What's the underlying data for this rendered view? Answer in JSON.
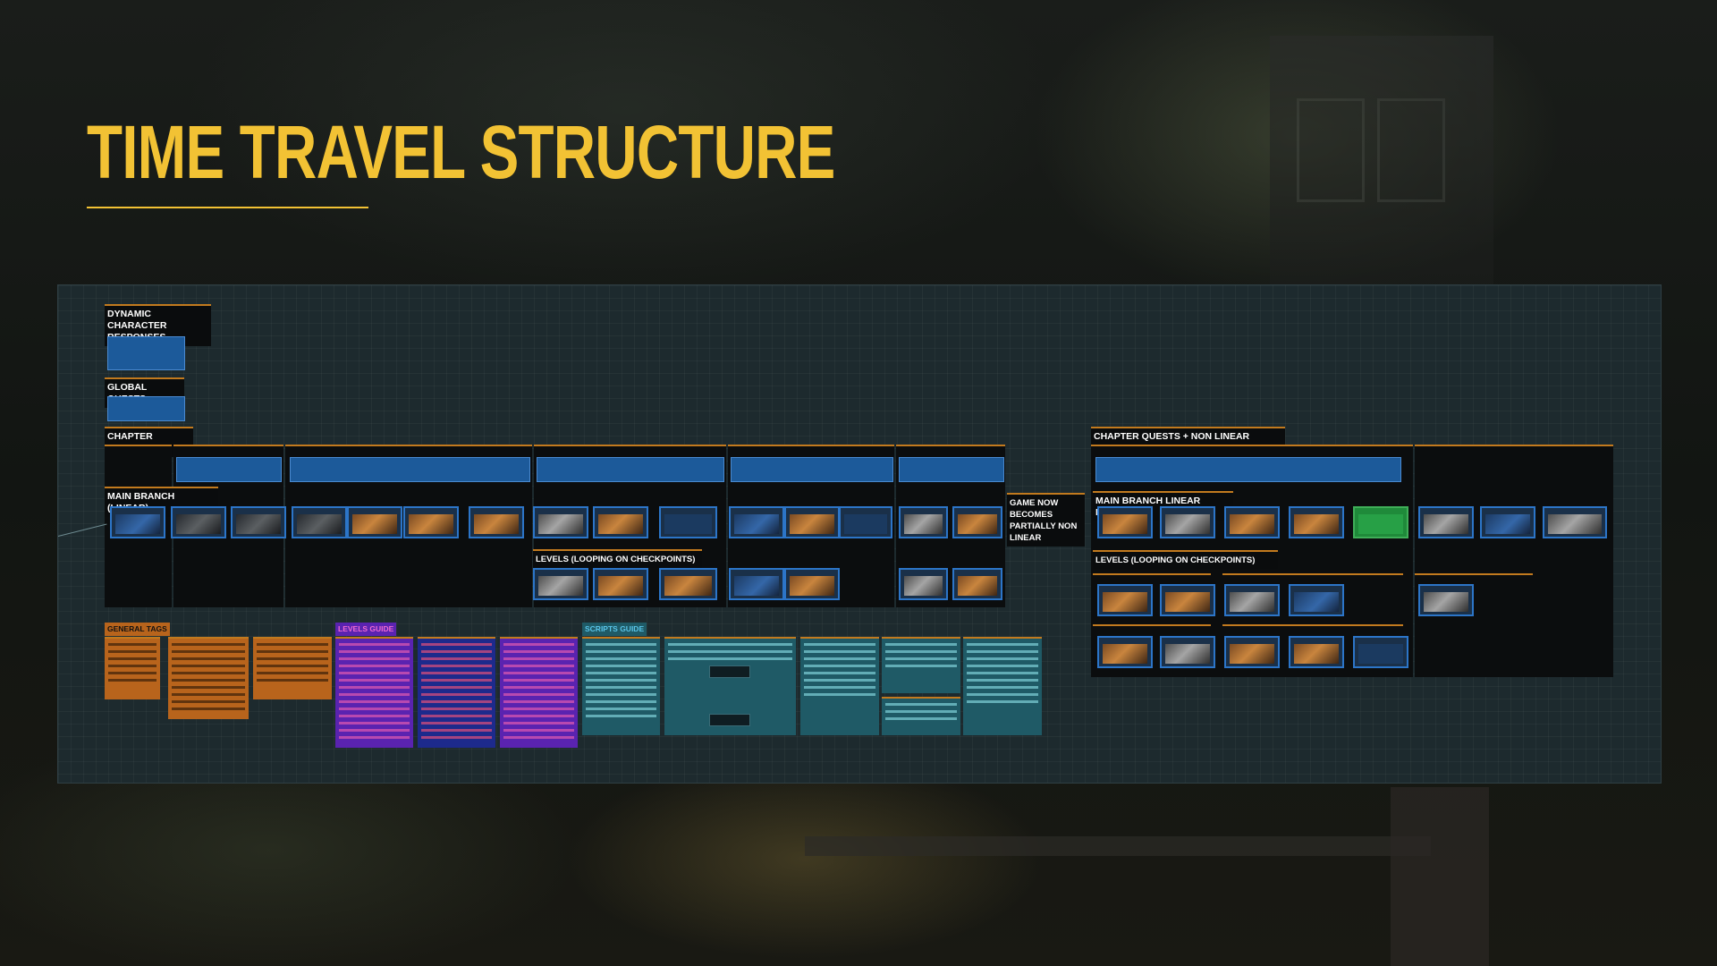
{
  "page": {
    "title": "TIME TRAVEL STRUCTURE"
  },
  "board": {
    "labels": {
      "dynamic_character_responses": "DYNAMIC CHARACTER RESPONSES",
      "global_quests": "GLOBAL QUESTS",
      "chapter_quests": "CHAPTER QUESTS",
      "main_branch_linear": "MAIN BRANCH (LINEAR)",
      "levels_looping": "LEVELS (LOOPING ON CHECKPOINTS)",
      "game_now_partially_non_linear": "GAME NOW BECOMES PARTIALLY NON LINEAR",
      "chapter_quests_non_linear": "CHAPTER QUESTS + NON LINEAR FLOWS",
      "main_branch_linear_flows": "MAIN BRANCH LINEAR FLOWS",
      "levels_looping_right": "LEVELS (LOOPING ON CHECKPOINTS)",
      "general_tags": "GENERAL TAGS",
      "levels_guide": "LEVELS GUIDE",
      "scripts_guide": "SCRIPTS GUIDE"
    },
    "colors": {
      "accent": "#f2c234",
      "node_blue": "#1c5a9a",
      "node_border": "#2c75c8",
      "frame_orange": "#c27a1e",
      "general_tags": "#b8641c",
      "levels_guide": "#5a23b0",
      "levels_guide_alt": "#1d2a8c",
      "scripts_guide": "#1f5a66",
      "highlight_green": "#27a046"
    }
  }
}
